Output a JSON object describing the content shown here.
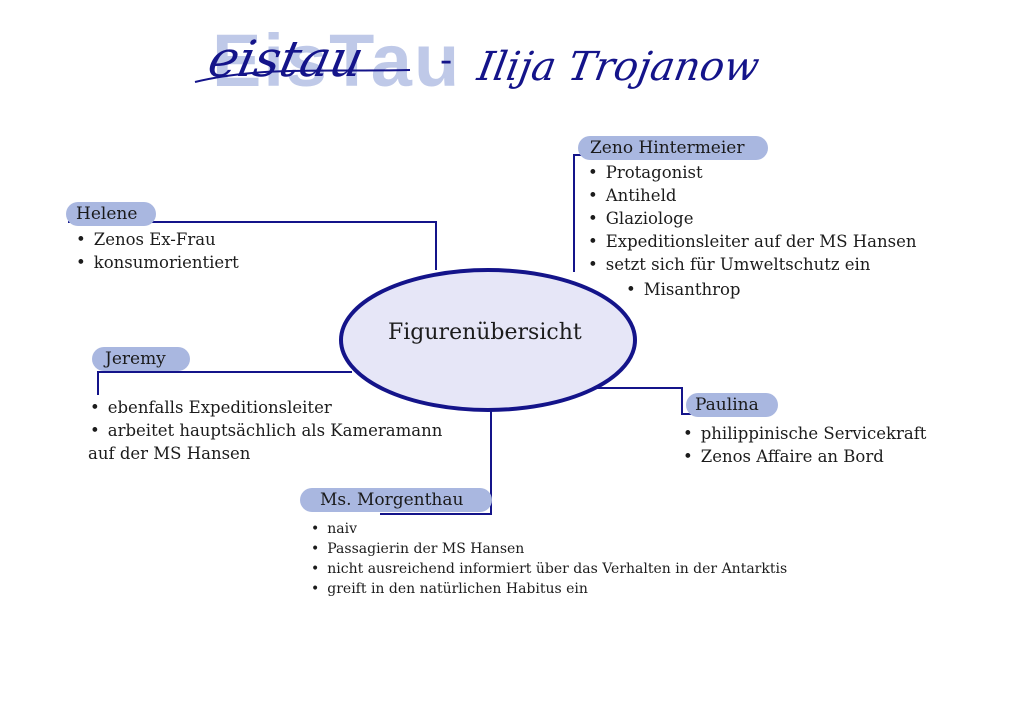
{
  "header": {
    "logo_text": "EisTau",
    "script_title": "eistau",
    "dash": "-",
    "author": "Ilija Trojanow"
  },
  "center": {
    "label": "Figurenübersicht"
  },
  "nodes": {
    "zeno": {
      "name": "Zeno Hintermeier",
      "items": [
        "Protagonist",
        "Antiheld",
        "Glaziologe",
        "Expeditionsleiter auf der MS Hansen",
        "setzt sich für Umweltschutz ein"
      ],
      "extra": "Misanthrop"
    },
    "helene": {
      "name": "Helene",
      "items": [
        "Zenos Ex-Frau",
        "konsumorientiert"
      ]
    },
    "jeremy": {
      "name": "Jeremy",
      "items": [
        "ebenfalls Expeditionsleiter",
        "arbeitet hauptsächlich als Kameramann"
      ],
      "continuation": "auf der MS Hansen"
    },
    "paulina": {
      "name": "Paulina",
      "items": [
        "philippinische Servicekraft",
        "Zenos Affaire an Bord"
      ]
    },
    "morgenthau": {
      "name": "Ms. Morgenthau",
      "items": [
        "naiv",
        "Passagierin der MS Hansen",
        "nicht ausreichend informiert über das Verhalten in der Antarktis",
        "greift in den natürlichen Habitus ein"
      ]
    }
  },
  "colors": {
    "ink": "#14148a",
    "tag": "#a9b7e0",
    "ellipse_fill": "#e6e6f7",
    "logo": "#a9b7e0"
  }
}
